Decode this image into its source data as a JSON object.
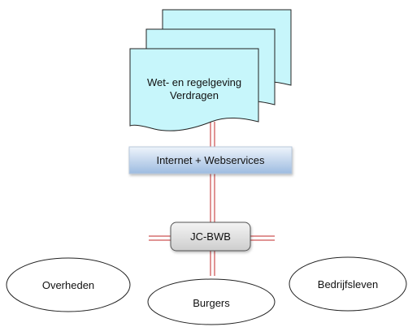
{
  "document": {
    "line1": "Wet- en regelgeving",
    "line2": "Verdragen"
  },
  "internet_box": {
    "label": "Internet + Webservices"
  },
  "hub": {
    "label": "JC-BWB"
  },
  "stakeholders": [
    {
      "label": "Overheden"
    },
    {
      "label": "Burgers"
    },
    {
      "label": "Bedrijfsleven"
    }
  ],
  "colors": {
    "document_fill": "#c7f6fb",
    "internet_fill_top": "#eef4fb",
    "internet_fill_bottom": "#9dbbe0",
    "hub_fill_top": "#f2f2f2",
    "hub_fill_bottom": "#cfcfcf",
    "connector": "#c0292a",
    "outline": "#222222"
  }
}
